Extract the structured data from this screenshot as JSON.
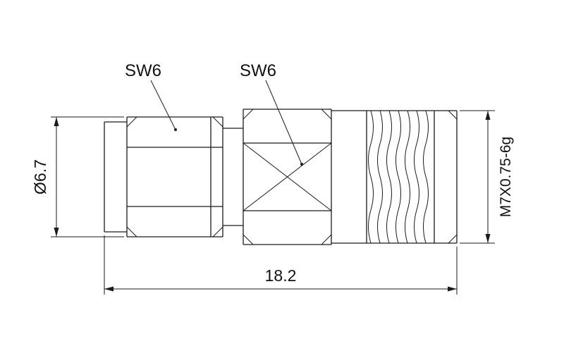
{
  "drawing": {
    "labels": {
      "sw_left": "SW6",
      "sw_middle": "SW6",
      "diameter": "Ø6.7",
      "overall_length": "18.2",
      "thread_spec": "M7X0.75-6g"
    },
    "colors": {
      "line": "#1a1a1a",
      "background": "#ffffff"
    }
  }
}
